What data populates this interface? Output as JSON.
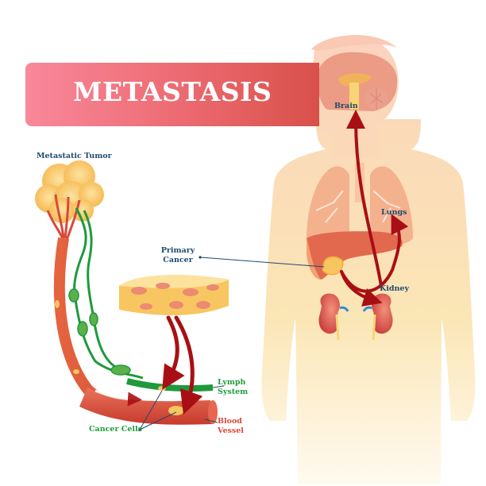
{
  "title": "METASTASIS",
  "colors": {
    "banner_start": "#f8889a",
    "banner_end": "#d9504a",
    "label_navy": "#1f4a6e",
    "lymph_green": "#1e9a3c",
    "blood_red": "#d9493a",
    "arrow_red": "#a80f14",
    "body_skin": "#fbe3b0",
    "tumor_yellow": "#f8c660"
  },
  "labels": {
    "metastatic_tumor": "Metastatic Tumor",
    "brain": "Brain",
    "lungs": "Lungs",
    "primary_cancer_line1": "Primary",
    "primary_cancer_line2": "Cancer",
    "kidney": "Kidney",
    "lymph_system_line1": "Lymph",
    "lymph_system_line2": "System",
    "blood_vessel_line1": "Blood",
    "blood_vessel_line2": "Vessel",
    "cancer_cells": "Cancer Cells"
  },
  "icons": {
    "metastatic_tumor": "tumor-cluster-icon",
    "primary_tumor_tissue": "cell-tissue-block-icon",
    "human_body": "human-silhouette-icon",
    "brain": "brain-icon",
    "lungs": "lungs-icon",
    "liver": "liver-icon",
    "kidneys": "kidneys-icon",
    "blood_vessel": "blood-vessel-icon",
    "lymph_vessel": "lymph-vessel-icon",
    "spread_arrows": "red-curved-arrow-icon"
  }
}
